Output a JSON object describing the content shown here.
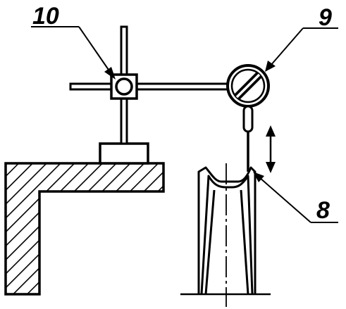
{
  "labels": {
    "stand": "10",
    "dial_indicator": "9",
    "workpiece": "8"
  },
  "colors": {
    "ink": "#000000",
    "paper": "#ffffff"
  }
}
